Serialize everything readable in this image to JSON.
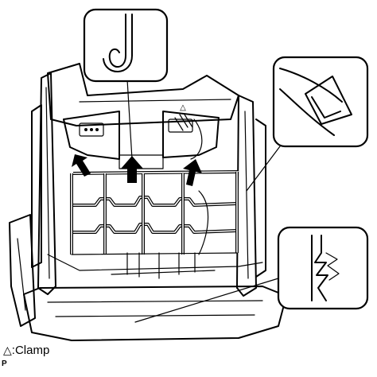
{
  "legend": {
    "symbol": "△",
    "text": ":Clamp"
  },
  "corner_mark": "P",
  "clamp_symbol_on_part": "△",
  "arrow_count": 3,
  "callout_count": 3
}
